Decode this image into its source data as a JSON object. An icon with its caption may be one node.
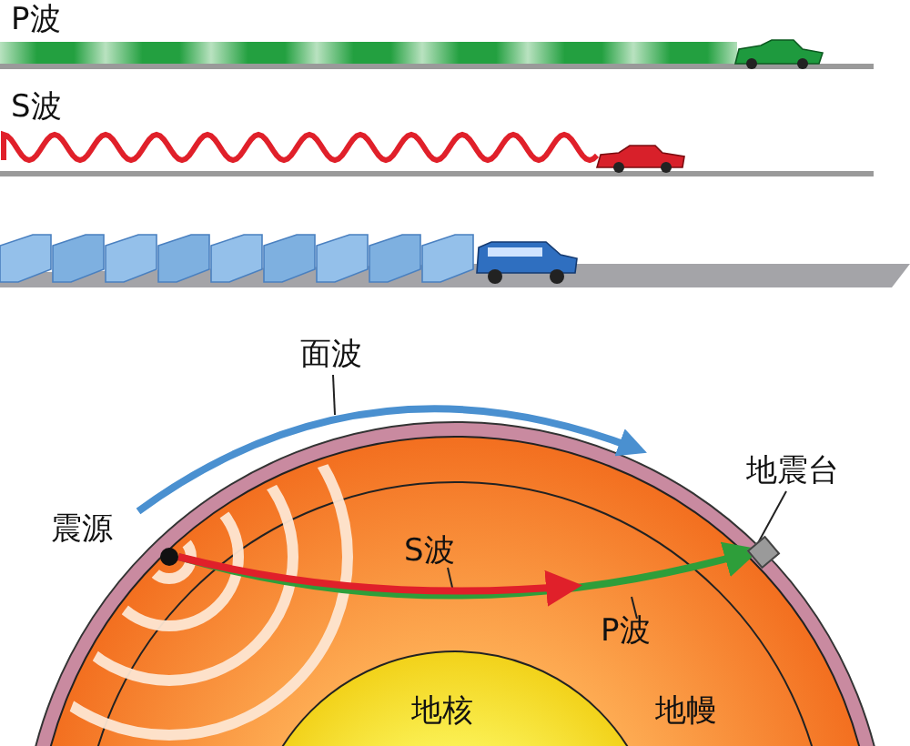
{
  "diagram": {
    "nodes": [
      {
        "text": [],
        "shape": "circle"
      },
      {
        "text": [
          "地震台"
        ]
      },
      {
        "text": [],
        "shape": "box"
      },
      {
        "text": [
          "面波"
        ]
      },
      {
        "text": [],
        "shape": "arrow"
      }
    ],
    "edges": [
      {
        "from": 0,
        "to": 2,
        "arrow": "to",
        "label": "P波",
        "style": "thick",
        "color": "#2e9e3a"
      },
      {
        "from": 0,
        "to": null,
        "arrow": "to",
        "label": "S波",
        "style": "thick",
        "color": "#e0202a"
      },
      {
        "from": 1,
        "to": 2,
        "arrow": "none",
        "color": "#222222"
      },
      {
        "from": 3,
        "to": 4,
        "arrow": "none",
        "color": "#222222"
      }
    ],
    "labels": [
      "P波",
      "S波",
      "震源",
      "地核",
      "地幔"
    ]
  }
}
